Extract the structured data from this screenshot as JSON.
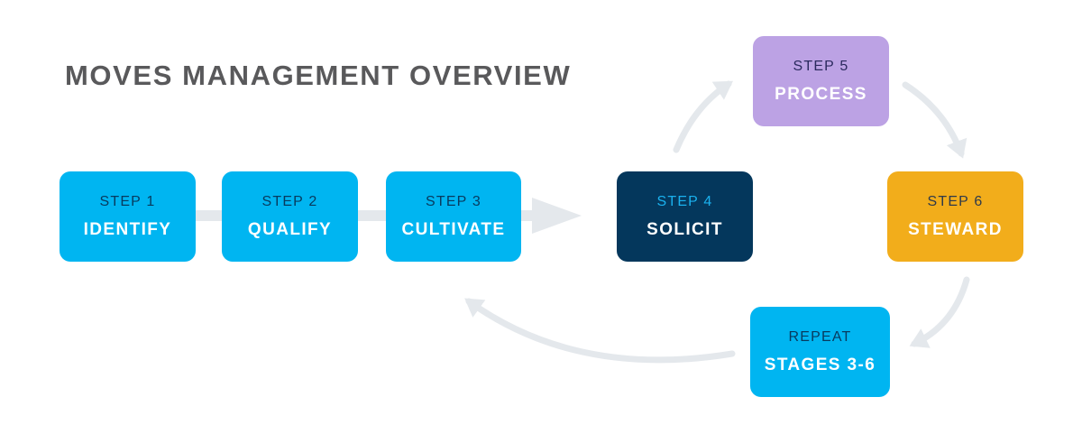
{
  "title": "MOVES MANAGEMENT OVERVIEW",
  "steps": [
    {
      "step": "STEP 1",
      "name": "IDENTIFY"
    },
    {
      "step": "STEP 2",
      "name": "QUALIFY"
    },
    {
      "step": "STEP 3",
      "name": "CULTIVATE"
    },
    {
      "step": "STEP 4",
      "name": "SOLICIT"
    },
    {
      "step": "STEP 5",
      "name": "PROCESS"
    },
    {
      "step": "STEP 6",
      "name": "STEWARD"
    }
  ],
  "repeat": {
    "step": "REPEAT",
    "name": "STAGES 3-6"
  },
  "colors": {
    "title": "#59595b",
    "blue": "#00b5f1",
    "navy": "#04375c",
    "purple": "#bca2e4",
    "gold": "#f2ad1b",
    "connector": "#e4e8ec"
  }
}
